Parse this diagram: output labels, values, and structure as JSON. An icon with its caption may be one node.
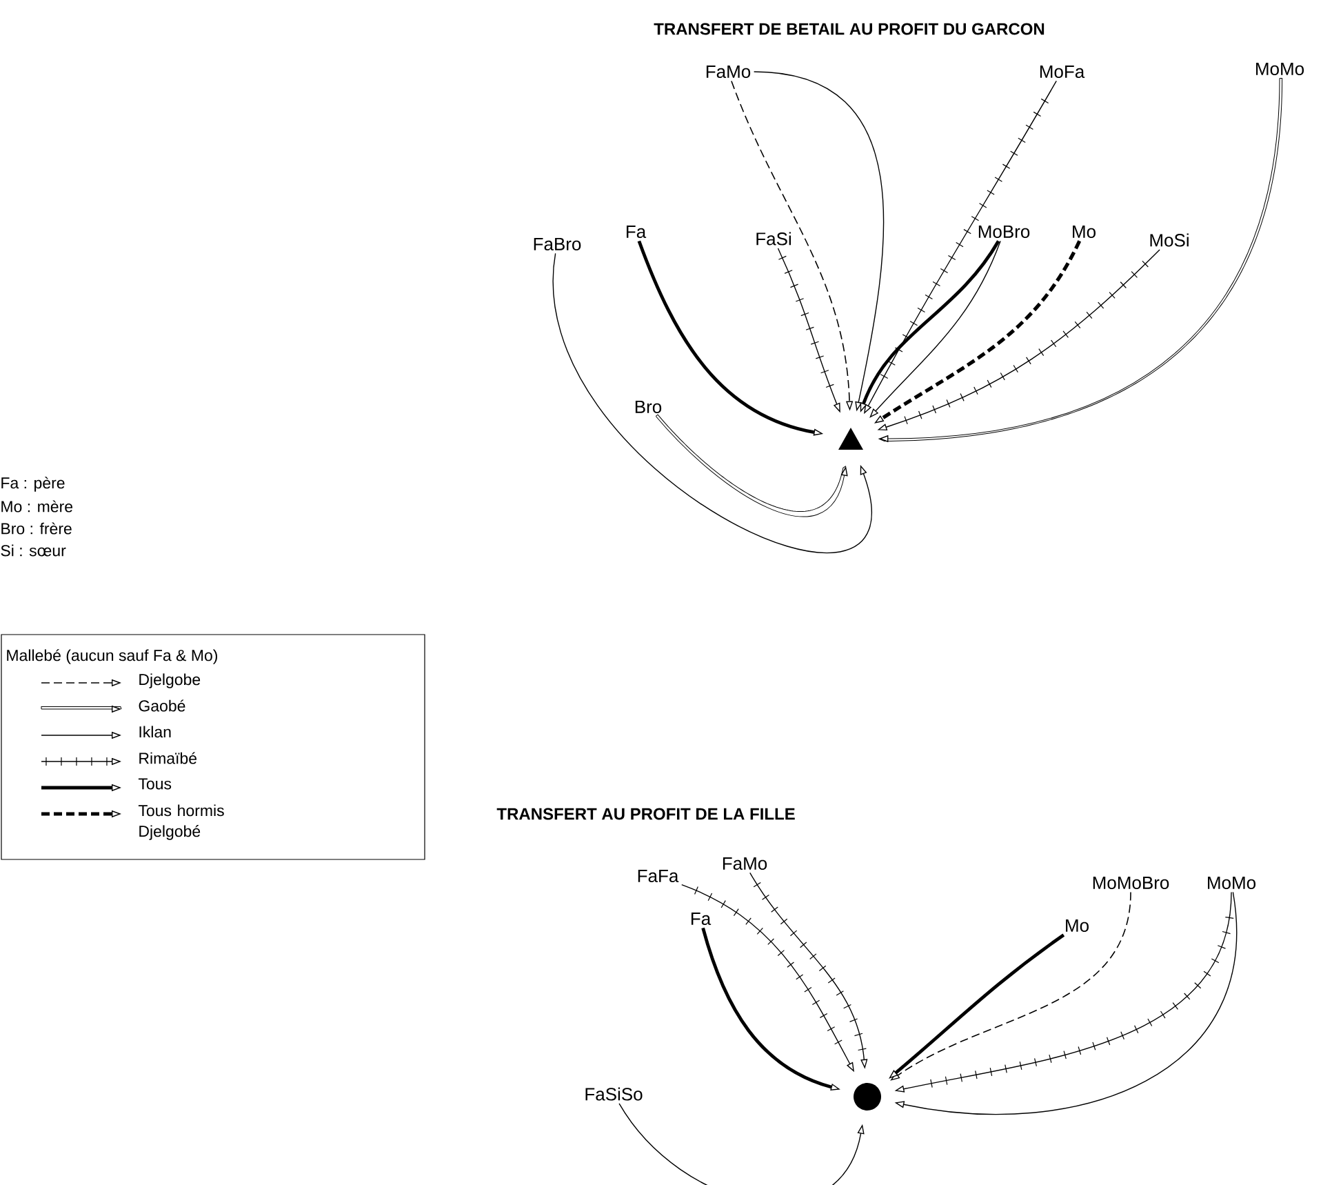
{
  "diagram": {
    "nodes": [
      {
        "text": [],
        "shape": "triangle"
      },
      {
        "text": [
          "FaMo"
        ]
      },
      {
        "text": [
          "MoFa"
        ]
      },
      {
        "text": [
          "MoMo"
        ]
      },
      {
        "text": [
          "FaBro"
        ]
      },
      {
        "text": [
          "Fa"
        ]
      },
      {
        "text": [
          "FaSi"
        ]
      },
      {
        "text": [
          "MoBro"
        ]
      },
      {
        "text": [
          "Mo"
        ]
      },
      {
        "text": [
          "MoSi"
        ]
      },
      {
        "text": [
          "Bro"
        ]
      },
      {
        "text": [],
        "shape": "circle"
      },
      {
        "text": [
          "FaFa"
        ]
      },
      {
        "text": [
          "FaMo"
        ]
      },
      {
        "text": [
          "MoMoBro"
        ]
      },
      {
        "text": [
          "MoMo"
        ]
      },
      {
        "text": [
          "Fa"
        ]
      },
      {
        "text": [
          "Mo"
        ]
      },
      {
        "text": [
          "FaSiSo"
        ]
      }
    ],
    "edges": [
      {
        "from": 1,
        "to": 0,
        "arrow": "to",
        "style": "dashed"
      },
      {
        "from": 1,
        "to": 0,
        "arrow": "to"
      },
      {
        "from": 2,
        "to": 0,
        "arrow": "to"
      },
      {
        "from": 3,
        "to": 0,
        "arrow": "to"
      },
      {
        "from": 4,
        "to": 0,
        "arrow": "to"
      },
      {
        "from": 5,
        "to": 0,
        "arrow": "to",
        "style": "thick"
      },
      {
        "from": 6,
        "to": 0,
        "arrow": "to"
      },
      {
        "from": 7,
        "to": 0,
        "arrow": "to",
        "style": "thick"
      },
      {
        "from": 7,
        "to": 0,
        "arrow": "to"
      },
      {
        "from": 8,
        "to": 0,
        "arrow": "to",
        "style": "dashed"
      },
      {
        "from": 9,
        "to": 0,
        "arrow": "to"
      },
      {
        "from": 10,
        "to": 0,
        "arrow": "to"
      },
      {
        "from": 12,
        "to": 11,
        "arrow": "to"
      },
      {
        "from": 13,
        "to": 11,
        "arrow": "to"
      },
      {
        "from": 14,
        "to": 11,
        "arrow": "to",
        "style": "dashed"
      },
      {
        "from": 15,
        "to": 11,
        "arrow": "to"
      },
      {
        "from": 15,
        "to": 11,
        "arrow": "to"
      },
      {
        "from": 16,
        "to": 11,
        "arrow": "to",
        "style": "thick"
      },
      {
        "from": 17,
        "to": 11,
        "arrow": "to",
        "style": "thick"
      },
      {
        "from": 18,
        "to": 11,
        "arrow": "to"
      }
    ],
    "labels": [
      "TRANSFERT DE BETAIL AU PROFIT DU GARCON",
      "Fa : père",
      "Mo : mère",
      "Bro : frère",
      "Si : sœur",
      "TRANSFERT AU PROFIT DE LA FILLE"
    ],
    "legend": [
      {
        "text": "Mallebé (aucun sauf Fa & Mo)"
      },
      {
        "text": "Djelgobe"
      },
      {
        "text": "Gaobé"
      },
      {
        "text": "Iklan"
      },
      {
        "text": "Rimaïbé"
      },
      {
        "text": "Tous"
      },
      {
        "text": "Tous hormis Djelgobé"
      }
    ]
  }
}
